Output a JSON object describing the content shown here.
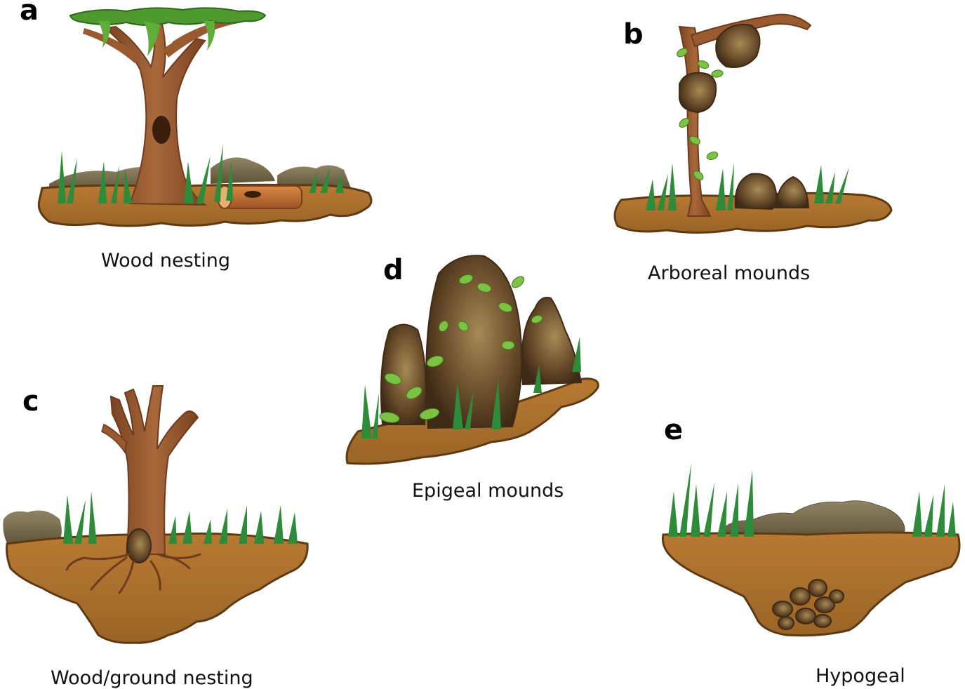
{
  "panels": {
    "a": {
      "letter": "a",
      "caption": "Wood nesting"
    },
    "b": {
      "letter": "b",
      "caption": "Arboreal mounds"
    },
    "c": {
      "letter": "c",
      "caption": "Wood/ground nesting"
    },
    "d": {
      "letter": "d",
      "caption": "Epigeal mounds"
    },
    "e": {
      "letter": "e",
      "caption": "Hypogeal"
    }
  },
  "colors": {
    "soil": "#A9702E",
    "soil_dark": "#5E3A12",
    "bark": "#9A5A30",
    "bark_dark": "#6E3B1C",
    "grass": "#2E8B3A",
    "grass_light": "#5FBF3F",
    "leaf": "#7DC242",
    "canopy": "#4E9A2F",
    "mound": "#5A4126",
    "mound_light": "#9C7D4E",
    "rock": "#8E8160"
  }
}
